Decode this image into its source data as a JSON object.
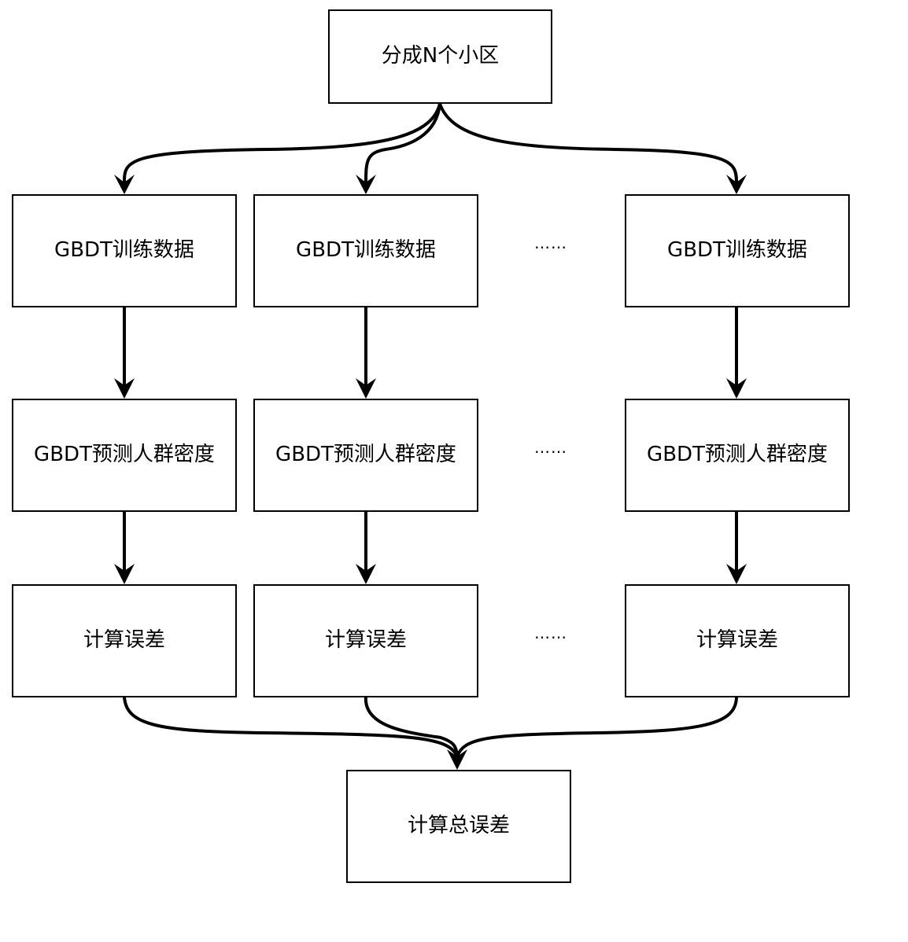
{
  "diagram": {
    "top": "分成N个小区",
    "columns": [
      {
        "train": "GBDT训练数据",
        "predict": "GBDT预测人群密度",
        "error": "计算误差"
      },
      {
        "train": "GBDT训练数据",
        "predict": "GBDT预测人群密度",
        "error": "计算误差"
      },
      {
        "train": "GBDT训练数据",
        "predict": "GBDT预测人群密度",
        "error": "计算误差"
      }
    ],
    "ellipsis": [
      "……",
      "……",
      "……"
    ],
    "bottom": "计算总误差"
  }
}
